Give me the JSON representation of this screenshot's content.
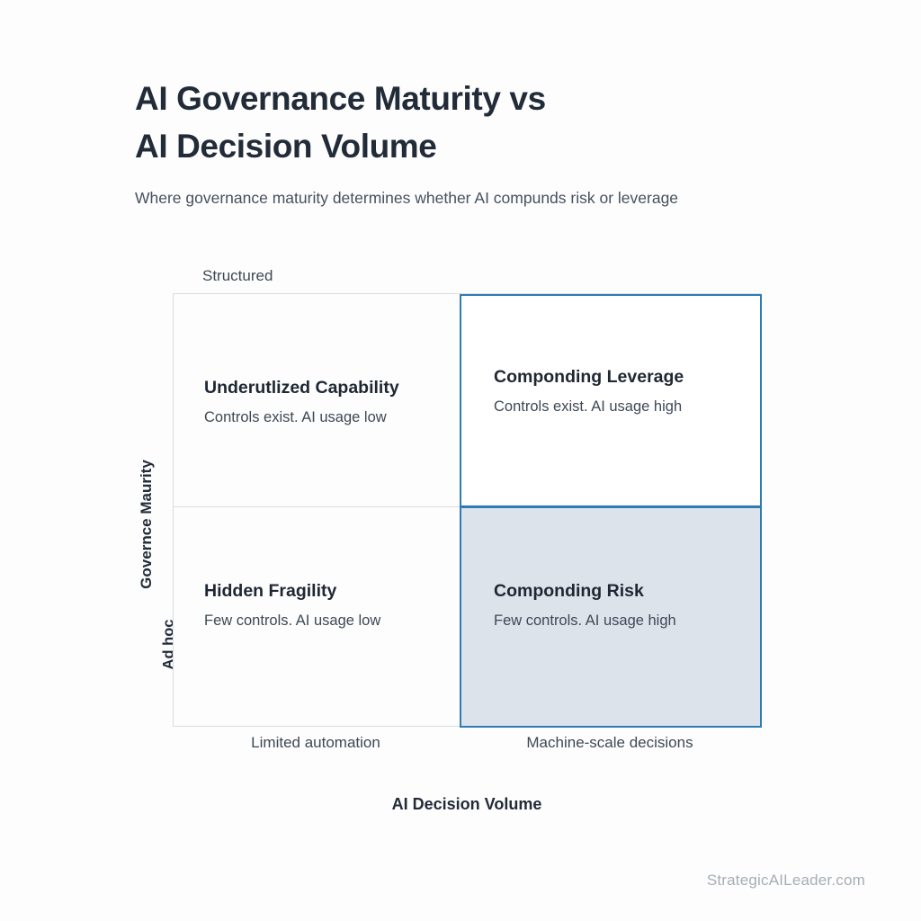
{
  "header": {
    "title": "AI Governance Maturity vs\nAI Decision Volume",
    "subtitle": "Where governance maturity determines whether AI compunds risk or leverage"
  },
  "axes": {
    "y_axis_label": "Governce Maurity",
    "y_top_tick": "Structured",
    "y_bottom_tick": "Ad hoc",
    "x_axis_label": "AI Decision Volume",
    "x_left_tick": "Limited automation",
    "x_right_tick": "Machine-scale decisions"
  },
  "quadrants": {
    "top_left": {
      "title": "Underutlized Capability",
      "desc": "Controls exist. AI usage low"
    },
    "top_right": {
      "title": "Componding Leverage",
      "desc": "Controls exist. AI usage high"
    },
    "bottom_left": {
      "title": "Hidden Fragility",
      "desc": "Few controls. AI usage low"
    },
    "bottom_right": {
      "title": "Componding Risk",
      "desc": "Few controls. AI usage high"
    }
  },
  "footer": {
    "brand": "StrategicAILeader.com"
  },
  "colors": {
    "accent_blue": "#2e7cb4",
    "highlight_fill": "#dde3eb",
    "grid_gray": "#d8dce3",
    "text_dark": "#222b38",
    "text_body": "#3e4855",
    "background": "#fdfdfd",
    "footer_gray": "#a7adb6"
  },
  "chart_data": {
    "type": "matrix",
    "title": "AI Governance Maturity vs AI Decision Volume",
    "subtitle": "Where governance maturity determines whether AI compunds risk or leverage",
    "xlabel": "AI Decision Volume",
    "ylabel": "Governce Maurity",
    "x_categories": [
      "Limited automation",
      "Machine-scale decisions"
    ],
    "y_categories": [
      "Ad hoc",
      "Structured"
    ],
    "grid": false,
    "legend": "none",
    "cells": [
      {
        "x": "Limited automation",
        "y": "Structured",
        "position": "top-left",
        "title": "Underutlized Capability",
        "desc": "Controls exist. AI usage low",
        "highlighted": false,
        "fill": "#fdfdfd",
        "border": "#d8dce3"
      },
      {
        "x": "Machine-scale decisions",
        "y": "Structured",
        "position": "top-right",
        "title": "Componding Leverage",
        "desc": "Controls exist. AI usage high",
        "highlighted": true,
        "fill": "#ffffff",
        "border": "#2e7cb4"
      },
      {
        "x": "Limited automation",
        "y": "Ad hoc",
        "position": "bottom-left",
        "title": "Hidden Fragility",
        "desc": "Few controls. AI usage low",
        "highlighted": false,
        "fill": "#fdfdfd",
        "border": "#d8dce3"
      },
      {
        "x": "Machine-scale decisions",
        "y": "Ad hoc",
        "position": "bottom-right",
        "title": "Componding Risk",
        "desc": "Few controls. AI usage high",
        "highlighted": true,
        "fill": "#dde3eb",
        "border": "#2e7cb4"
      }
    ]
  }
}
